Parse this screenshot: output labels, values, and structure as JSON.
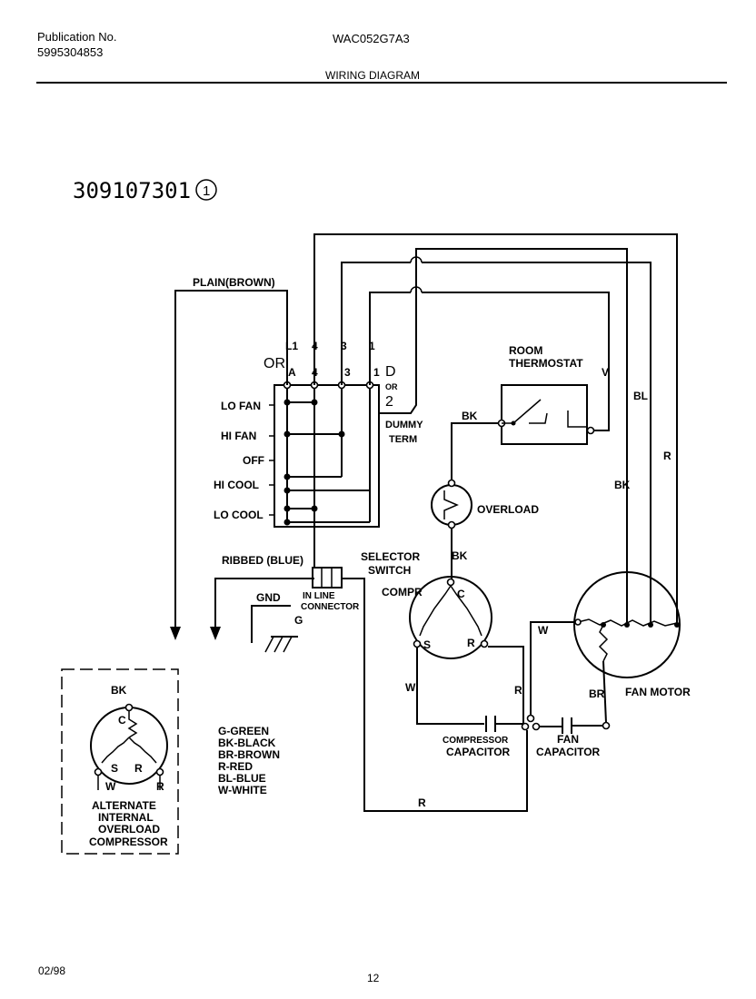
{
  "header": {
    "publication_label": "Publication No.",
    "publication_number": "5995304853",
    "model": "WAC052G7A3",
    "section_title": "WIRING DIAGRAM"
  },
  "footer": {
    "date": "02/98",
    "page": "12"
  },
  "diagram": {
    "part_number": "309107301",
    "revision": "1",
    "plain_brown": "PLAIN(BROWN)",
    "or_left": "OR",
    "top_terminals": [
      "L1",
      "4",
      "3",
      "1"
    ],
    "row_terminals": [
      "A",
      "4",
      "3",
      "1"
    ],
    "d_label": "D",
    "or_small": "OR",
    "two_label": "2",
    "switch_positions": [
      "LO FAN",
      "HI FAN",
      "OFF",
      "HI COOL",
      "LO COOL"
    ],
    "dummy_term": [
      "DUMMY",
      "TERM"
    ],
    "room_thermostat": [
      "ROOM",
      "THERMOSTAT"
    ],
    "v_label": "V",
    "bk": "BK",
    "bl": "BL",
    "r": "R",
    "w": "W",
    "br": "BR",
    "overload": "OVERLOAD",
    "ribbed_blue": "RIBBED (BLUE)",
    "selector_switch": [
      "SELECTOR",
      "SWITCH"
    ],
    "in_line_connector": [
      "IN LINE",
      "CONNECTOR"
    ],
    "gnd": "GND",
    "g": "G",
    "compr": "COMPR",
    "c": "C",
    "s": "S",
    "fan_motor": "FAN MOTOR",
    "compressor_capacitor": [
      "COMPRESSOR",
      "CAPACITOR"
    ],
    "fan_capacitor": [
      "FAN",
      "CAPACITOR"
    ],
    "legend": [
      "G-GREEN",
      "BK-BLACK",
      "BR-BROWN",
      "R-RED",
      "BL-BLUE",
      "W-WHITE"
    ],
    "alternate": [
      "ALTERNATE",
      "INTERNAL",
      "OVERLOAD",
      "COMPRESSOR"
    ]
  }
}
